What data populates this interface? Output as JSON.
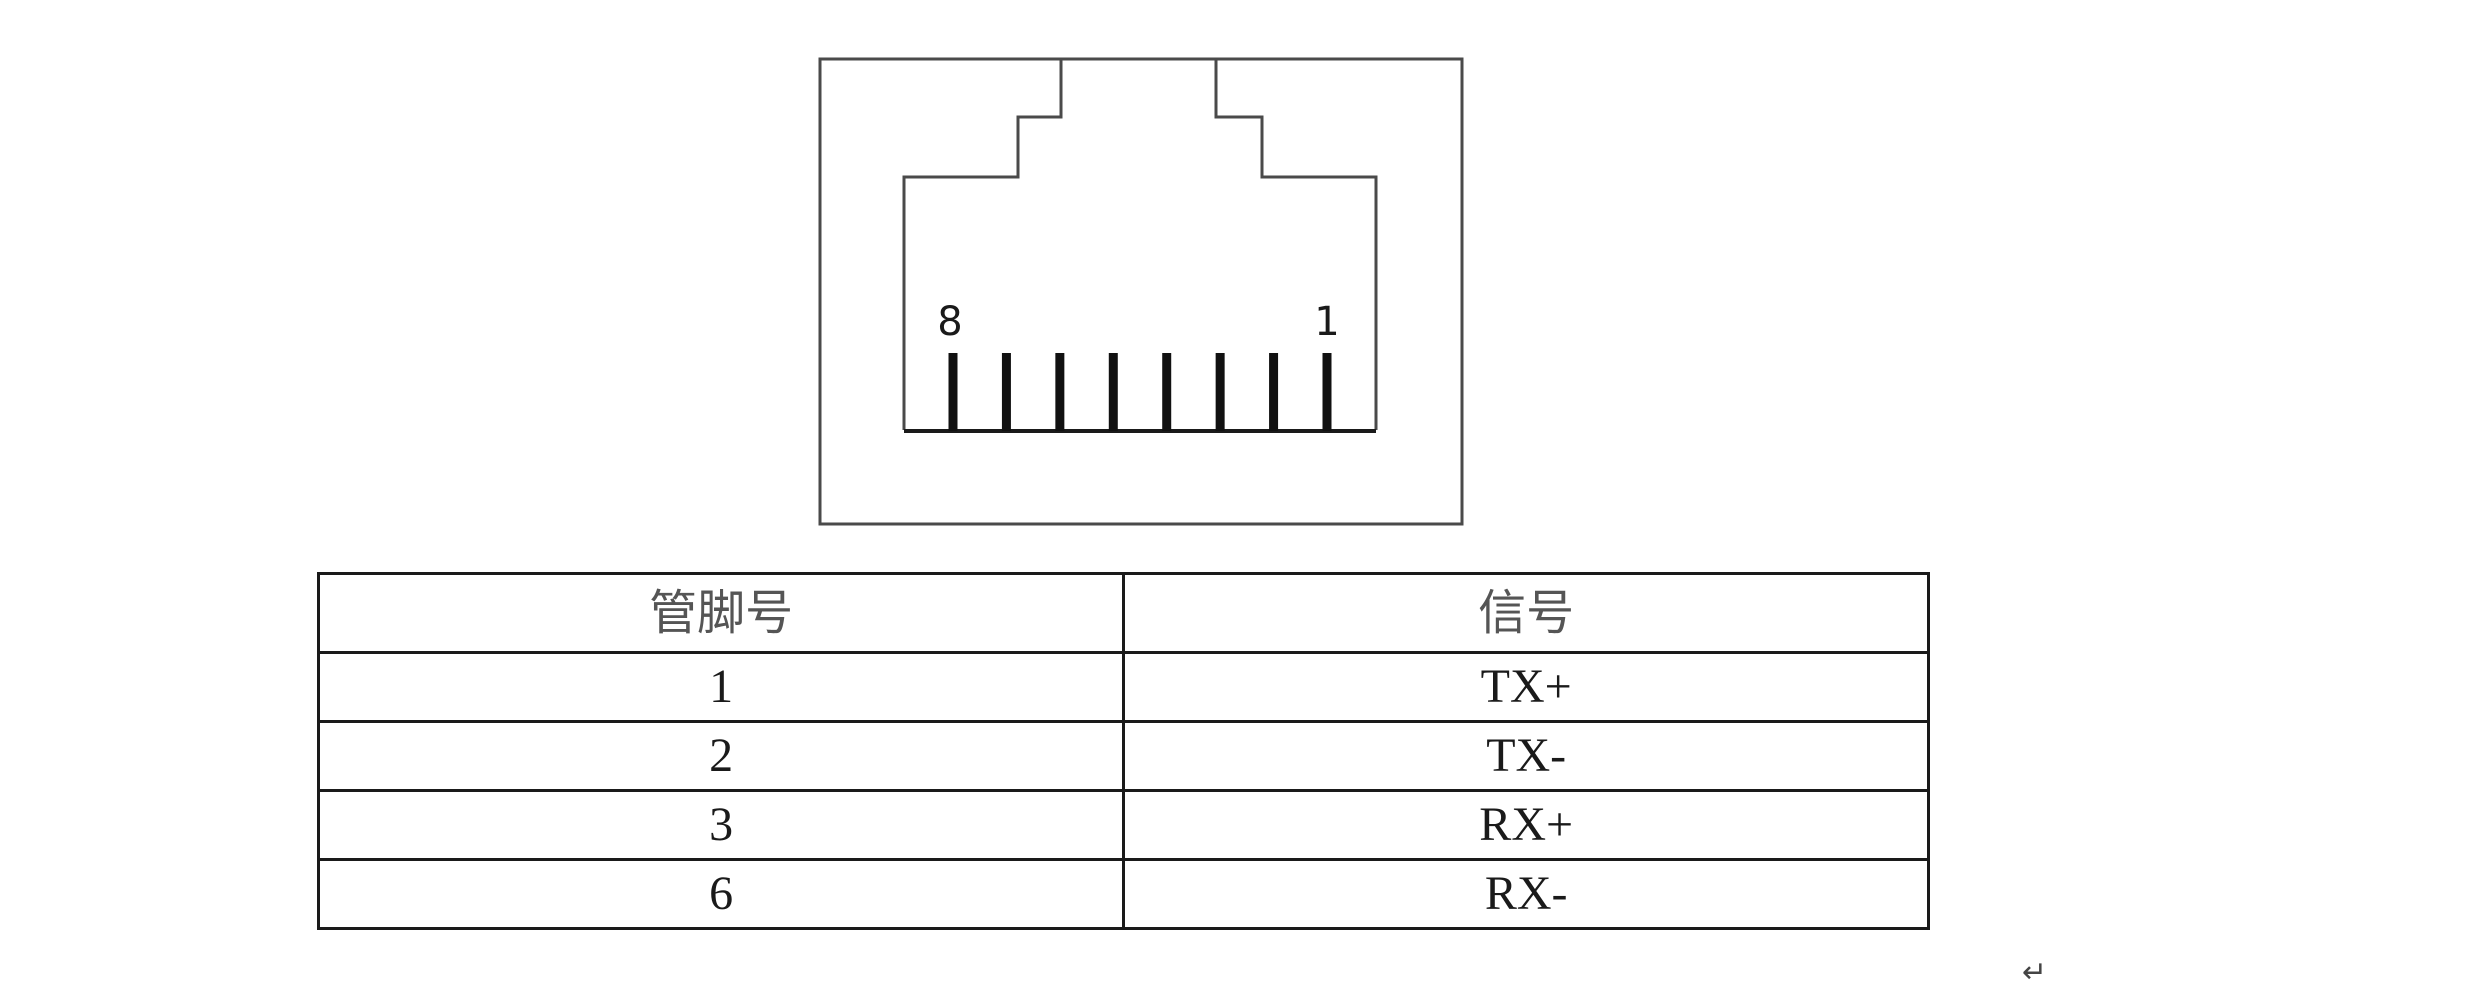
{
  "connector": {
    "pin_left_label": "8",
    "pin_right_label": "1",
    "pin_count": 8
  },
  "table": {
    "headers": [
      "管脚号",
      "信号"
    ],
    "rows": [
      {
        "pin": "1",
        "signal": "TX+"
      },
      {
        "pin": "2",
        "signal": "TX-"
      },
      {
        "pin": "3",
        "signal": "RX+"
      },
      {
        "pin": "6",
        "signal": "RX-"
      }
    ]
  },
  "return_mark_icon": "paragraph-return-icon"
}
